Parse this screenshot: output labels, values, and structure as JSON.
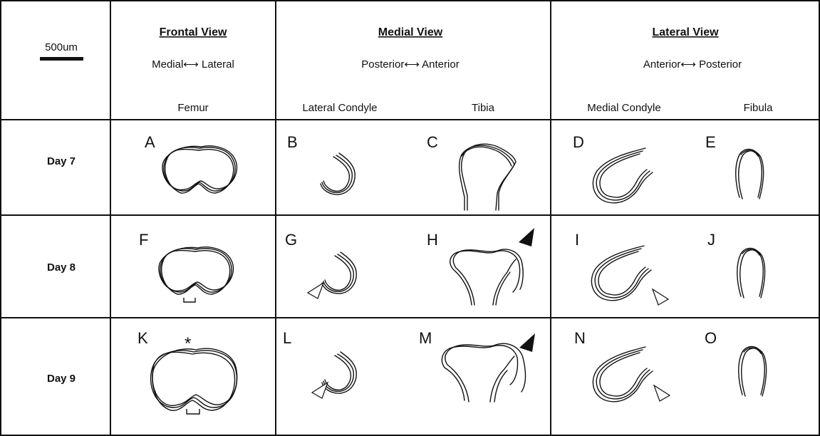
{
  "scale_bar": {
    "label": "500um"
  },
  "views": [
    {
      "title": "Frontal View",
      "axis_label": "Medial⟷ Lateral",
      "columns": [
        "Femur"
      ]
    },
    {
      "title": "Medial View",
      "axis_label": "Posterior⟷ Anterior",
      "columns": [
        "Lateral Condyle",
        "Tibia"
      ]
    },
    {
      "title": "Lateral View",
      "axis_label": "Anterior⟷ Posterior",
      "columns": [
        "Medial Condyle",
        "Fibula"
      ]
    }
  ],
  "rows": [
    {
      "label": "Day 7",
      "panels": [
        "A",
        "B",
        "C",
        "D",
        "E"
      ]
    },
    {
      "label": "Day 8",
      "panels": [
        "F",
        "G",
        "H",
        "I",
        "J"
      ]
    },
    {
      "label": "Day 9",
      "panels": [
        "K",
        "L",
        "M",
        "N",
        "O"
      ]
    }
  ],
  "asterisk": "*"
}
